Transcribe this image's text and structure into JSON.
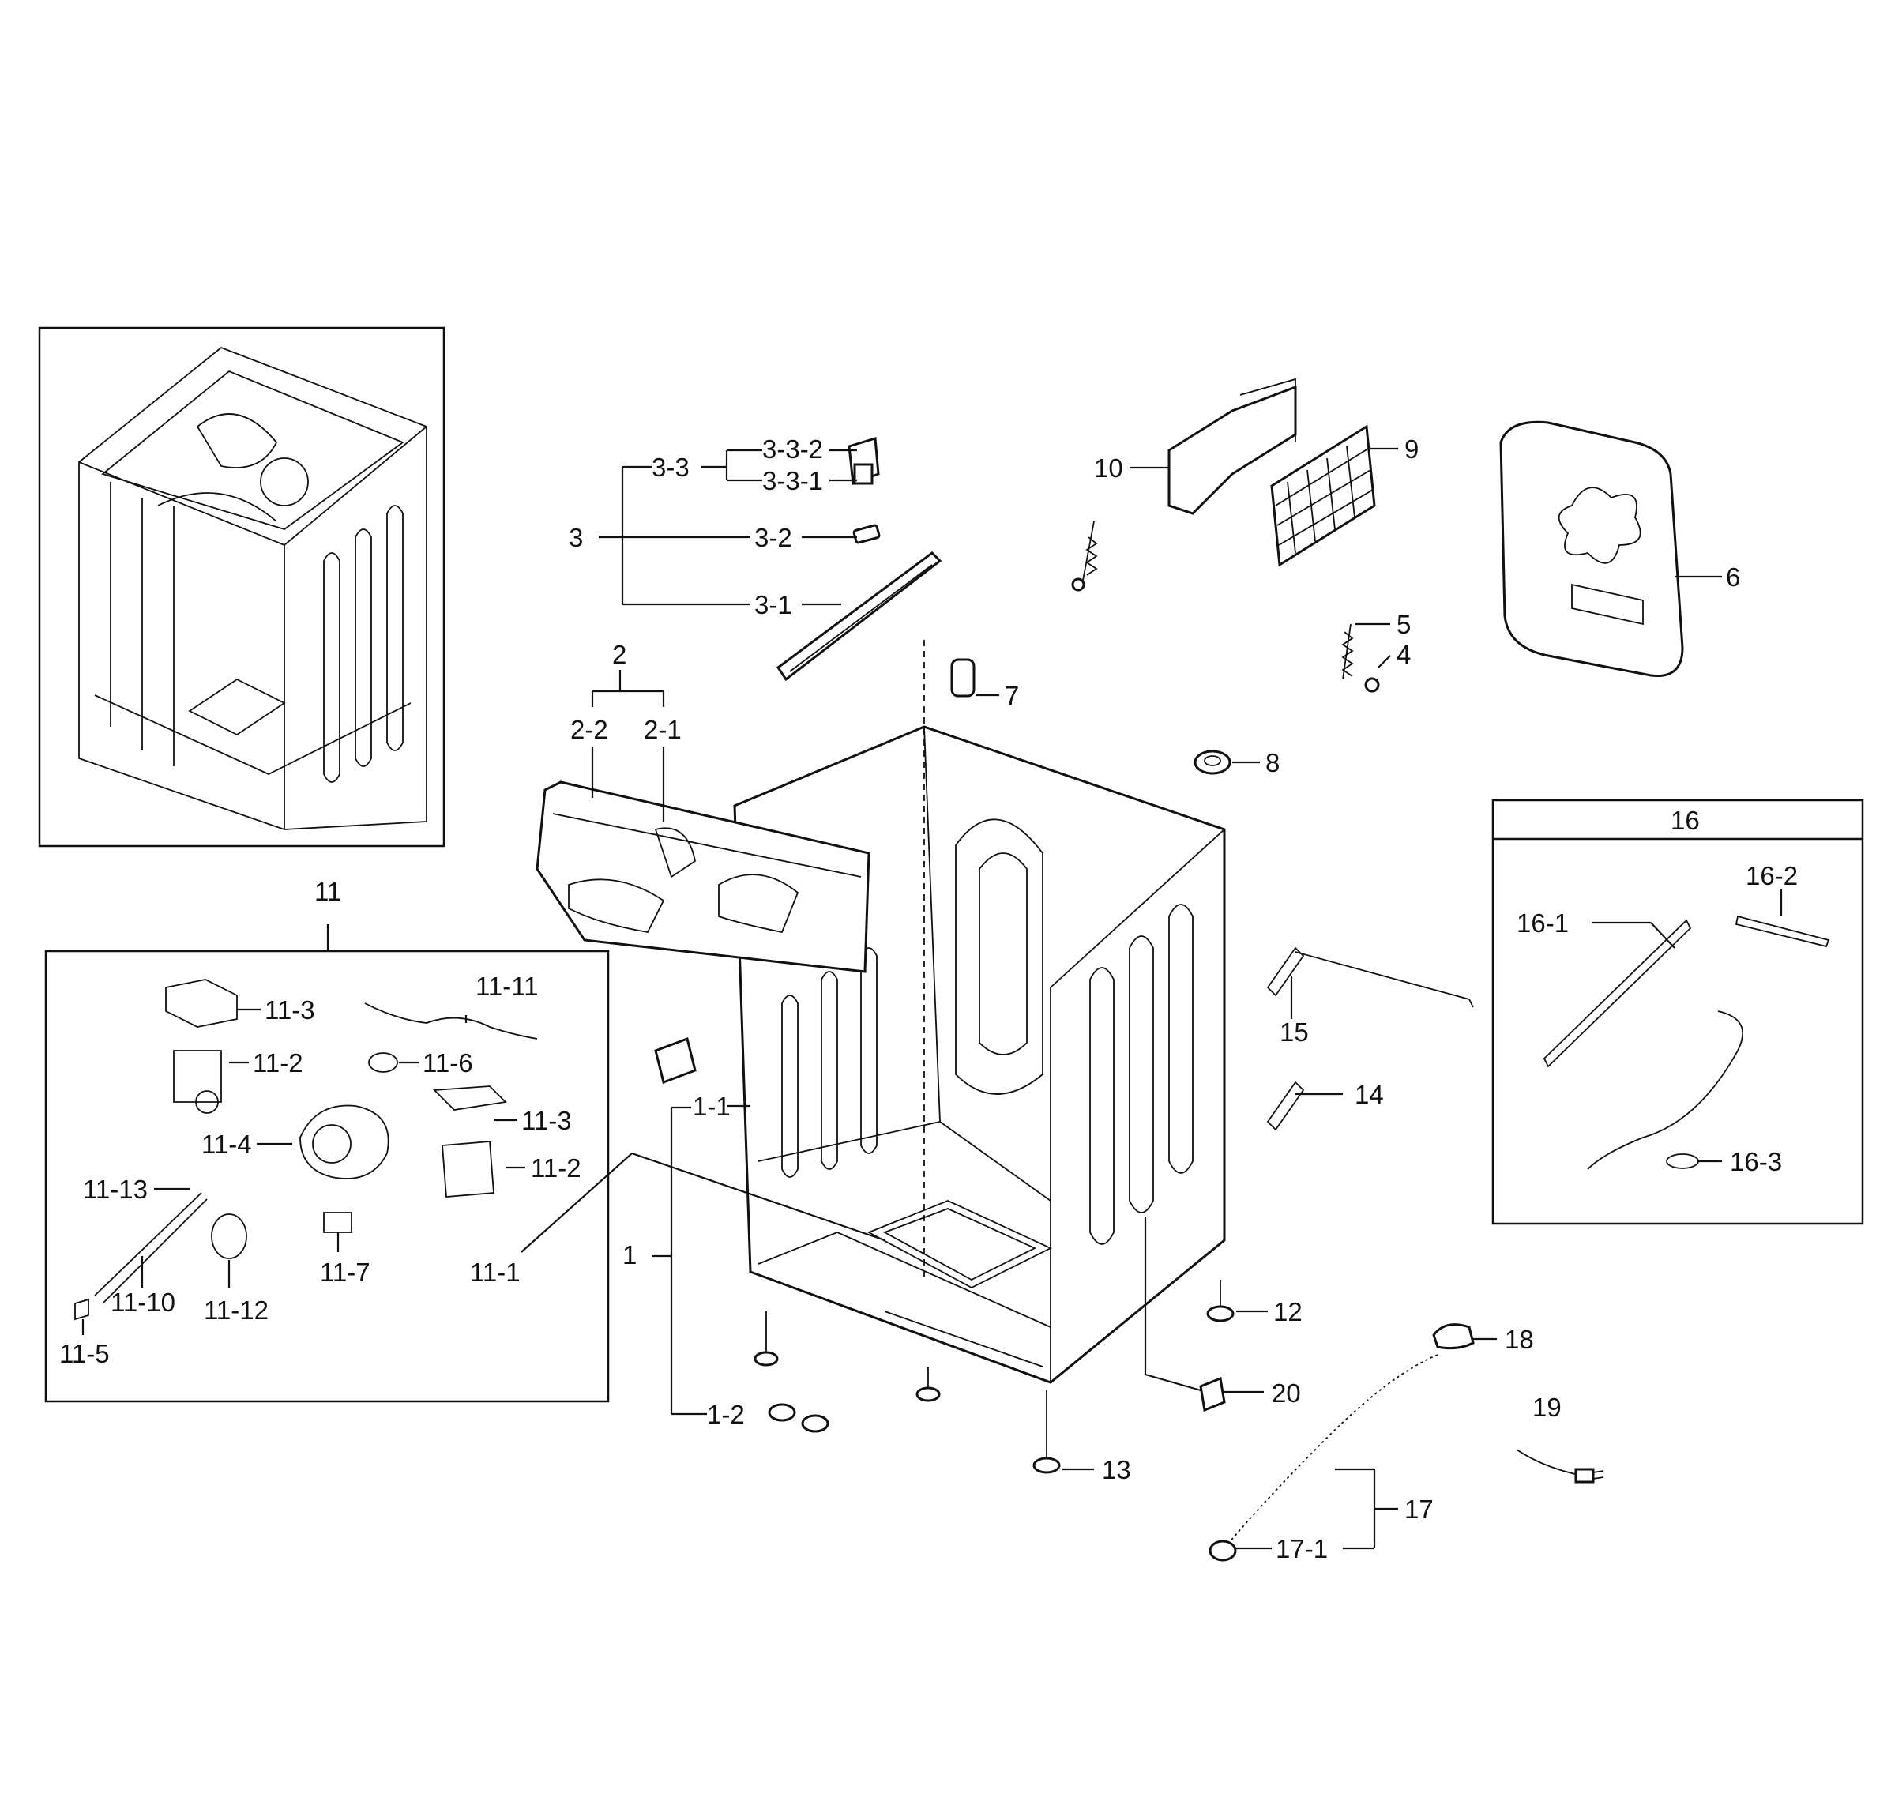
{
  "labels": {
    "p1": "1",
    "p1_1": "1-1",
    "p1_2": "1-2",
    "p2": "2",
    "p2_1": "2-1",
    "p2_2": "2-2",
    "p3": "3",
    "p3_1": "3-1",
    "p3_2": "3-2",
    "p3_3": "3-3",
    "p3_3_1": "3-3-1",
    "p3_3_2": "3-3-2",
    "p4": "4",
    "p5": "5",
    "p6": "6",
    "p7": "7",
    "p8": "8",
    "p9": "9",
    "p10": "10",
    "p11": "11",
    "p11_1": "11-1",
    "p11_2a": "11-2",
    "p11_2b": "11-2",
    "p11_3a": "11-3",
    "p11_3b": "11-3",
    "p11_4": "11-4",
    "p11_5": "11-5",
    "p11_6": "11-6",
    "p11_7": "11-7",
    "p11_10": "11-10",
    "p11_11": "11-11",
    "p11_12": "11-12",
    "p11_13": "11-13",
    "p12": "12",
    "p13": "13",
    "p14": "14",
    "p15": "15",
    "p16": "16",
    "p16_1": "16-1",
    "p16_2": "16-2",
    "p16_3": "16-3",
    "p17": "17",
    "p17_1": "17-1",
    "p18": "18",
    "p19": "19",
    "p20": "20"
  }
}
